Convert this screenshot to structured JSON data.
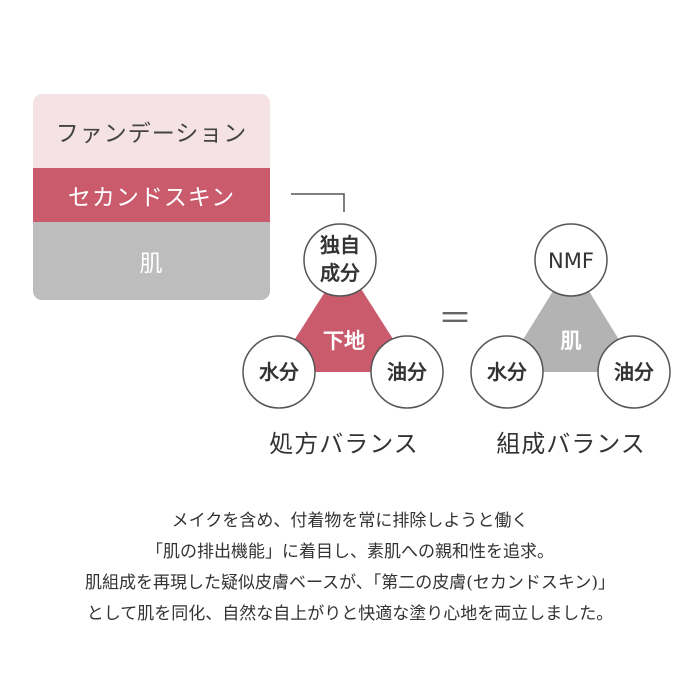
{
  "layers": {
    "foundation": "ファンデーション",
    "second_skin": "セカンドスキン",
    "skin": "肌"
  },
  "left_balance": {
    "top_circle_line1": "独自",
    "top_circle_line2": "成分",
    "center": "下地",
    "left_circle": "水分",
    "right_circle": "油分",
    "caption": "処方バランス",
    "triangle_color": "#c95b6d"
  },
  "equals": "＝",
  "right_balance": {
    "top_circle": "NMF",
    "center": "肌",
    "left_circle": "水分",
    "right_circle": "油分",
    "caption": "組成バランス",
    "triangle_color": "#b3b3b3"
  },
  "description": {
    "line1": "メイクを含め、付着物を常に排除しようと働く",
    "line2": "「肌の排出機能」に着目し、素肌への親和性を追求。",
    "line3": "肌組成を再現した疑似皮膚ベースが、「第二の皮膚(セカンドスキン)」",
    "line4": "として肌を同化、自然な自上がりと快適な塗り心地を両立しました。"
  }
}
